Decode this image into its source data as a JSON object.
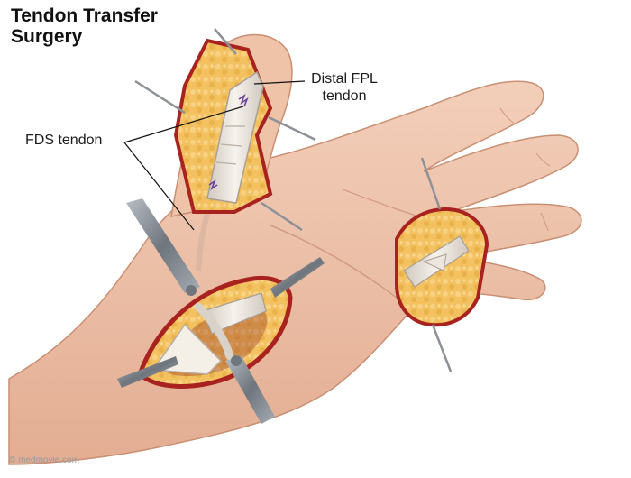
{
  "title": {
    "line1": "Tendon Transfer",
    "line2": "Surgery"
  },
  "labels": {
    "distal_fpl_line1": "Distal FPL",
    "distal_fpl_line2": "tendon",
    "fds": "FDS tendon"
  },
  "credit": "© medmovie.com",
  "colors": {
    "skin": "#efc6ad",
    "skin_shadow": "#d9a58a",
    "fat": "#f2bd57",
    "wound_edge": "#a8231f",
    "tendon": "#e8e3dc",
    "retractor": "#8c9198",
    "suture": "#6a3fa0"
  }
}
